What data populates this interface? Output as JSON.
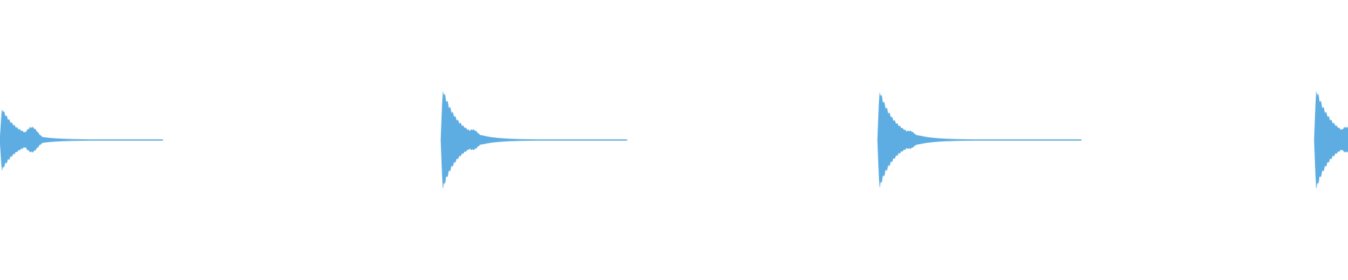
{
  "waveform": {
    "color": "#5dade2",
    "background": "#ffffff",
    "segments": [
      {
        "name": "waveform-clip-1",
        "peak": 0.57,
        "secondary_peak": 0.2
      },
      {
        "name": "waveform-clip-2",
        "peak": 0.92,
        "secondary_peak": 0.16
      },
      {
        "name": "waveform-clip-3",
        "peak": 0.9,
        "secondary_peak": 0.14
      },
      {
        "name": "waveform-clip-4",
        "peak": 0.92,
        "secondary_peak": 0.2
      }
    ]
  }
}
